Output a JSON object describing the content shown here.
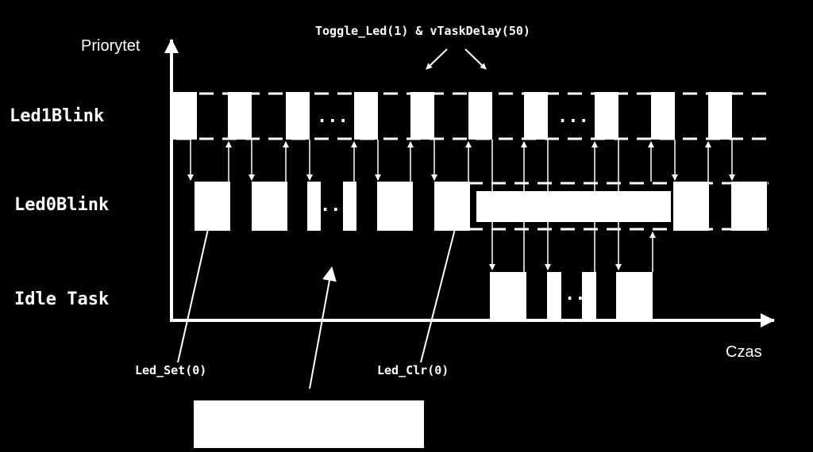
{
  "axes": {
    "y_label": "Priorytet",
    "x_label": "Czas"
  },
  "tasks": {
    "led1": "Led1Blink",
    "led0": "Led0Blink",
    "idle": "Idle Task"
  },
  "annotations": {
    "toggle": "Toggle_Led(1) & vTaskDelay(50)",
    "led_set": "Led_Set(0)",
    "led_clr": "Led_Clr(0)"
  },
  "ellipsis": "...",
  "ellipsis_short": ".."
}
